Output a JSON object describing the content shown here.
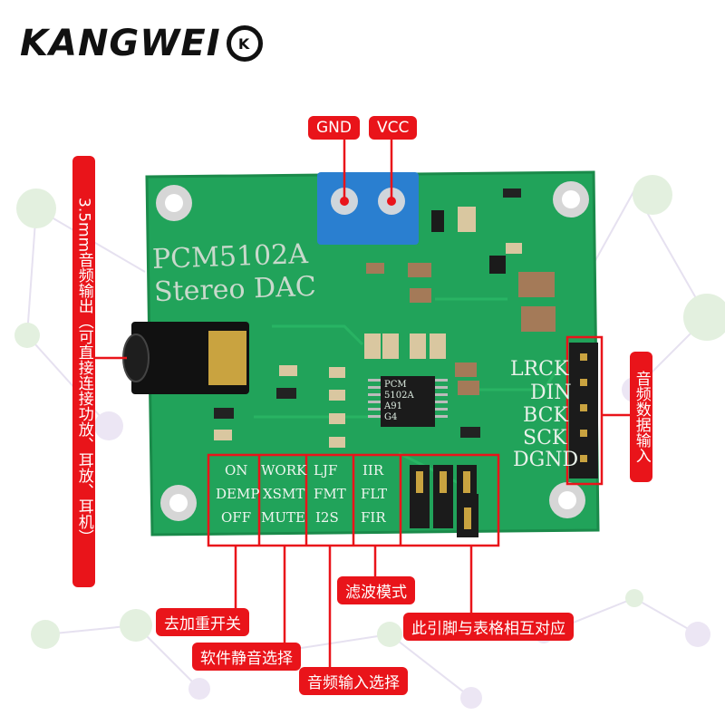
{
  "brand": {
    "name": "KANGWEI",
    "mark": "K"
  },
  "board": {
    "title_line1": "PCM5102A",
    "title_line2": "Stereo DAC",
    "pins": [
      "LRCK",
      "DIN",
      "BCK",
      "SCK",
      "DGND"
    ],
    "table": [
      [
        "ON",
        "WORK",
        "LJF",
        "IIR"
      ],
      [
        "DEMP",
        "XSMT",
        "FMT",
        "FLT"
      ],
      [
        "OFF",
        "MUTE",
        "I2S",
        "FIR"
      ]
    ],
    "chip": [
      "PCM",
      "5102A",
      "A91",
      "G4"
    ]
  },
  "callouts": {
    "gnd": "GND",
    "vcc": "VCC",
    "jack": "3.5mm音频输出（可直接连接功放、耳放、耳机）",
    "audio_in": "音频数据输入",
    "filter": "滤波模式",
    "deemph": "去加重开关",
    "mute": "软件静音选择",
    "format": "音频输入选择",
    "pins_map": "此引脚与表格相互对应"
  },
  "colors": {
    "pcb": "#21a35a",
    "callout": "#e9141a",
    "terminal": "#2a7fd0"
  }
}
